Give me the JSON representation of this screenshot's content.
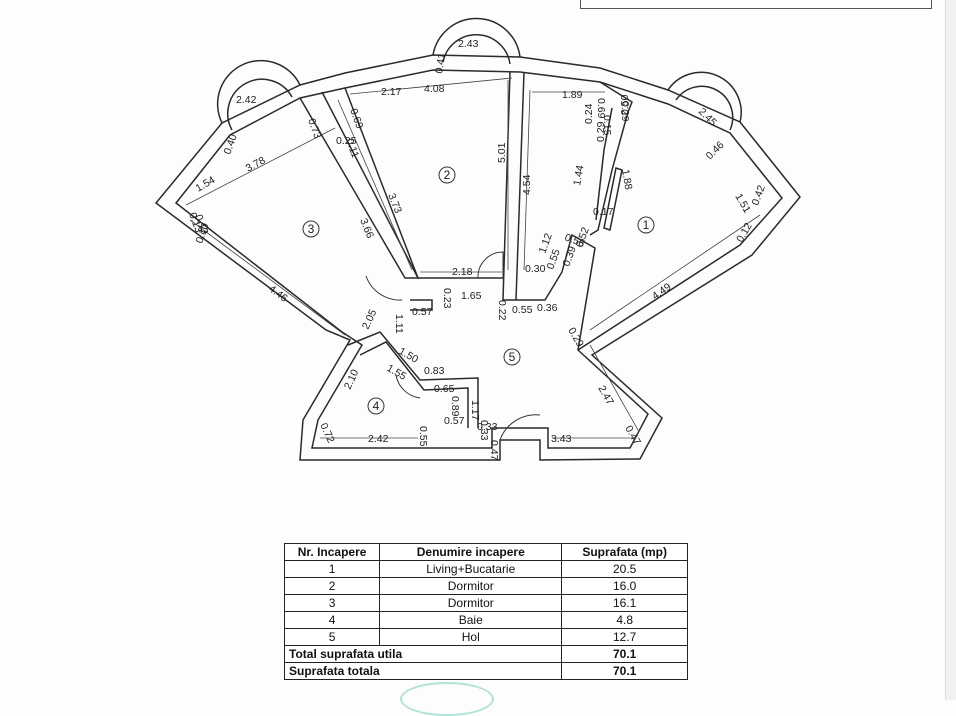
{
  "colors": {
    "line": "#2a2a2a",
    "paper": "#fdfdfd",
    "stamp": "#7fd0c0"
  },
  "plan": {
    "room_numbers": [
      "1",
      "2",
      "3",
      "4",
      "5"
    ],
    "dimensions": {
      "r3_a": "2.42",
      "r3_b": "0.40",
      "r3_c": "0.73",
      "r3_d": "3.78",
      "r3_e": "1.54",
      "r3_f": "0.13",
      "r3_g": "0.13",
      "r3_h": "0.10",
      "r3_i": "4.46",
      "r3_j": "3.66",
      "r3_k": "0.25",
      "r2_a": "2.43",
      "r2_b": "0.41",
      "r2_c": "2.17",
      "r2_d": "4.08",
      "r2_e": "0.69",
      "r2_f": "0.11",
      "r2_g": "3.73",
      "r2_h": "5.01",
      "r2_i": "2.18",
      "r1_a": "1.89",
      "r1_b": "0.69",
      "r1_c": "0.15",
      "r1_d": "0.24",
      "r1_e": "0.29",
      "r1_f": "0.50",
      "r1_g": "0.29",
      "r1_h": "2.45",
      "r1_i": "0.46",
      "r1_j": "1.51",
      "r1_k": "0.42",
      "r1_l": "0.12",
      "r1_m": "4.54",
      "r1_n": "1.44",
      "r1_o": "1.88",
      "r1_p": "0.17",
      "r1_q": "4.49",
      "r1_r": "0.58",
      "r1_s": "0.52",
      "r1_t": "1.12",
      "r1_u": "0.30",
      "r1_v": "0.55",
      "r1_w": "0.39",
      "h_a": "0.22",
      "h_b": "1.65",
      "h_c": "0.23",
      "h_d": "0.57",
      "h_e": "1.11",
      "h_f": "2.05",
      "h_g": "0.55",
      "h_h": "0.36",
      "h_i": "0.29",
      "h_j": "2.47",
      "h_k": "3.43",
      "h_l": "0.47",
      "h_m": "0.33",
      "h_n": "1.17",
      "r4_a": "1.50",
      "r4_b": "0.83",
      "r4_c": "1.55",
      "r4_d": "2.10",
      "r4_e": "0.65",
      "r4_f": "0.89",
      "r4_g": "0.57",
      "r4_h": "0.72",
      "r4_i": "2.42",
      "r4_j": "0.55",
      "r4_k": "0.33"
    }
  },
  "table": {
    "headers": [
      "Nr. Incapere",
      "Denumire incapere",
      "Suprafata (mp)"
    ],
    "rows": [
      {
        "nr": "1",
        "name": "Living+Bucatarie",
        "area": "20.5"
      },
      {
        "nr": "2",
        "name": "Dormitor",
        "area": "16.0"
      },
      {
        "nr": "3",
        "name": "Dormitor",
        "area": "16.1"
      },
      {
        "nr": "4",
        "name": "Baie",
        "area": "4.8"
      },
      {
        "nr": "5",
        "name": "Hol",
        "area": "12.7"
      }
    ],
    "total_util_label": "Total suprafata utila",
    "total_util_value": "70.1",
    "total_label": "Suprafata totala",
    "total_value": "70.1"
  }
}
